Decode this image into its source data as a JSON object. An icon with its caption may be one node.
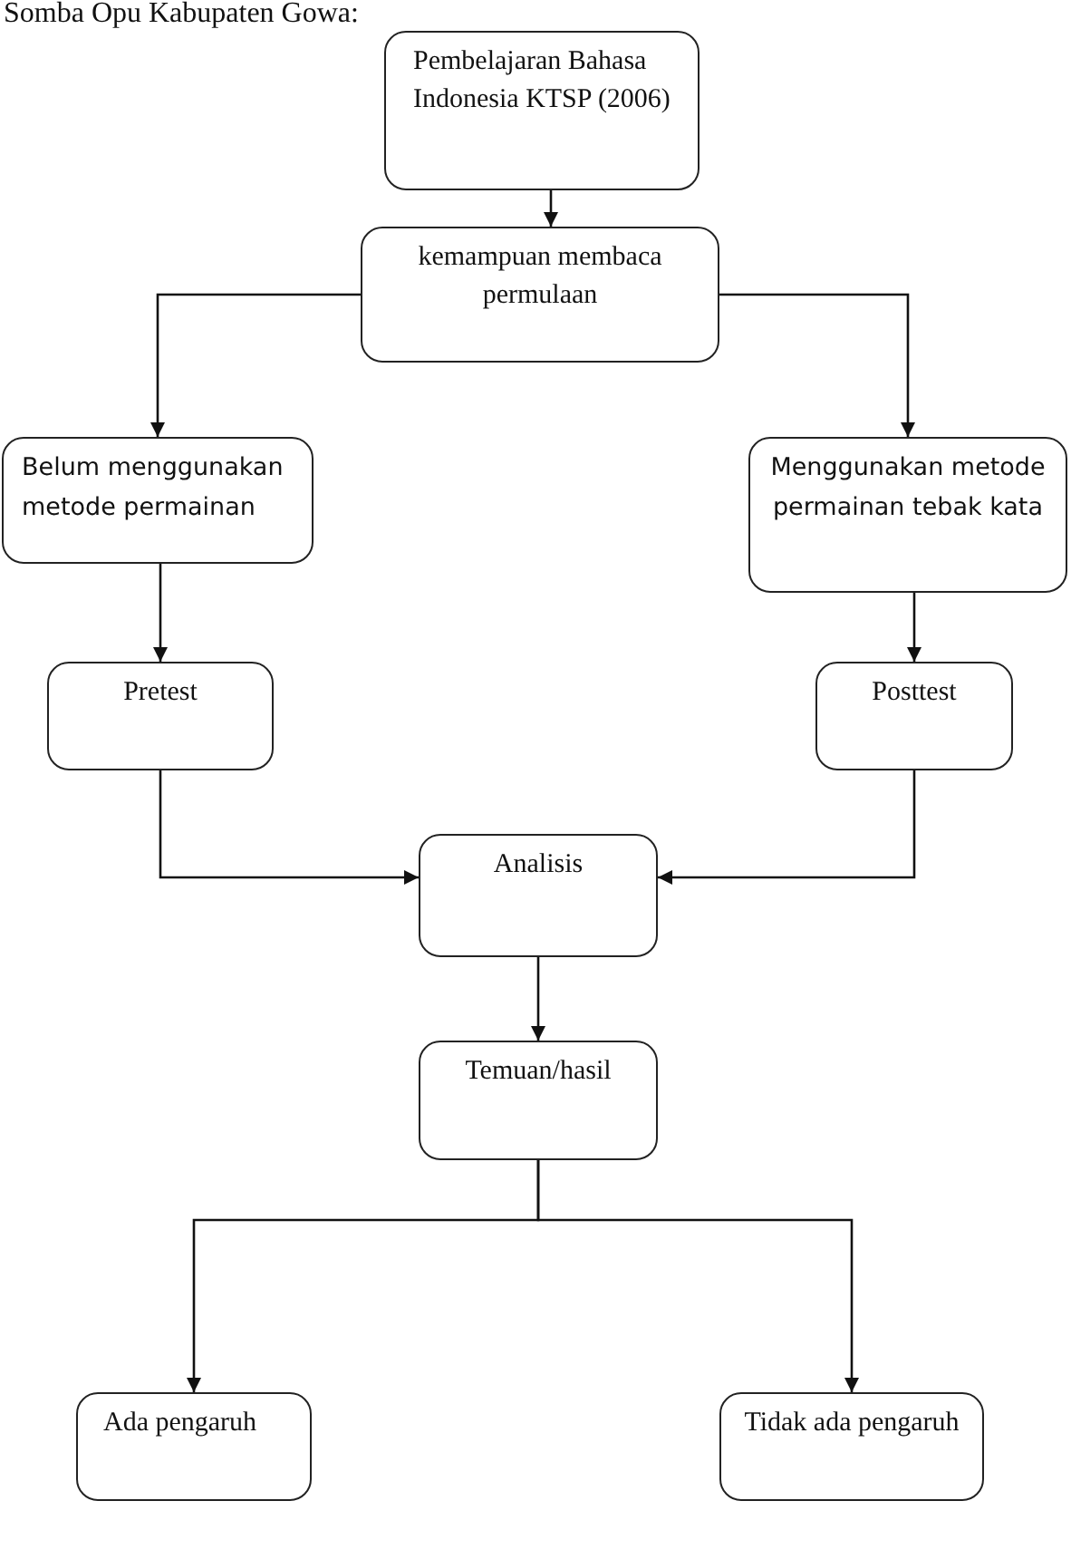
{
  "diagram": {
    "nodes": [
      {
        "text": [
          "Pembelajaran Bahasa Indonesia KTSP (2006)"
        ]
      },
      {
        "text": [
          "kemampuan membaca permulaan"
        ]
      },
      {
        "text": [
          "Belum menggunakan metode permainan"
        ]
      },
      {
        "text": [
          "Menggunakan metode permainan tebak kata"
        ]
      },
      {
        "text": [
          "Pretest"
        ]
      },
      {
        "text": [
          "Posttest"
        ]
      },
      {
        "text": [
          "Analisis"
        ]
      },
      {
        "text": [
          "Temuan/hasil"
        ]
      },
      {
        "text": [
          "Ada pengaruh"
        ]
      },
      {
        "text": [
          "Tidak ada pengaruh"
        ]
      }
    ],
    "edges": [
      {
        "from": 0,
        "to": 1,
        "arrow": "to"
      },
      {
        "from": 1,
        "to": 2,
        "arrow": "to"
      },
      {
        "from": 1,
        "to": 3,
        "arrow": "to"
      },
      {
        "from": 2,
        "to": 4,
        "arrow": "to"
      },
      {
        "from": 3,
        "to": 5,
        "arrow": "to"
      },
      {
        "from": 4,
        "to": 6,
        "arrow": "to"
      },
      {
        "from": 5,
        "to": 6,
        "arrow": "to"
      },
      {
        "from": 6,
        "to": 7,
        "arrow": "to"
      },
      {
        "from": 7,
        "to": 8,
        "arrow": "to"
      },
      {
        "from": 7,
        "to": 9,
        "arrow": "to"
      }
    ],
    "labels": [
      "Somba Opu Kabupaten Gowa:"
    ]
  }
}
